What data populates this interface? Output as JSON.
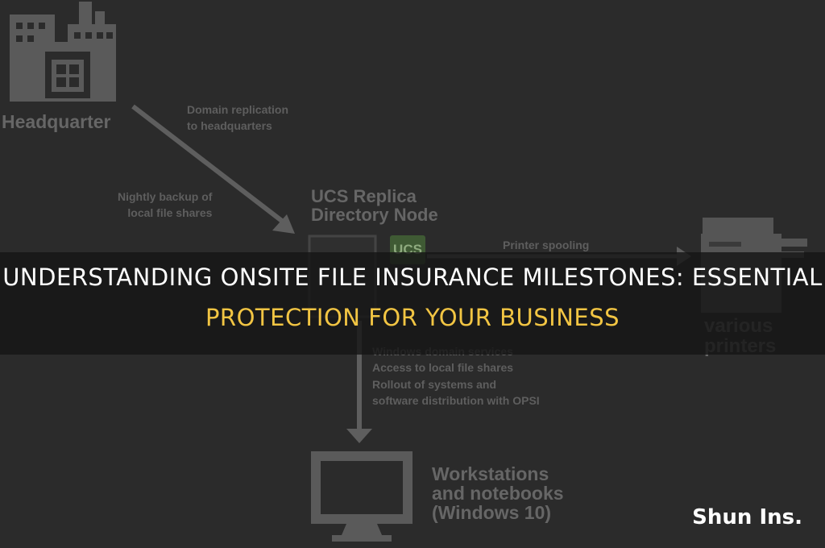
{
  "diagram": {
    "headquarter_label": "Headquarter",
    "domain_replication_label": [
      "Domain replication",
      "to headquarters"
    ],
    "nightly_backup_label": [
      "Nightly backup of",
      "local file shares"
    ],
    "ucs_replica_label": [
      "UCS Replica",
      "Directory Node"
    ],
    "ucs_logo_text": "UCS",
    "printer_spooling_label": "Printer spooling",
    "various_printers_label": [
      "various",
      "printers"
    ],
    "services_label": [
      "Windows domain services",
      "Access to local file shares",
      "Rollout of systems and",
      "software distribution with OPSI"
    ],
    "workstations_label": [
      "Workstations",
      "and notebooks",
      "(Windows 10)"
    ]
  },
  "headline": {
    "line1": "UNDERSTANDING ONSITE FILE INSURANCE MILESTONES: ESSENTIAL",
    "line2": "PROTECTION FOR YOUR BUSINESS"
  },
  "brand": "Shun Ins.",
  "colors": {
    "background": "#2b2b2b",
    "headline_white": "#ffffff",
    "headline_gold": "#f2c543",
    "diagram_gray": "#666666",
    "ucs_green": "#3f5a34"
  }
}
